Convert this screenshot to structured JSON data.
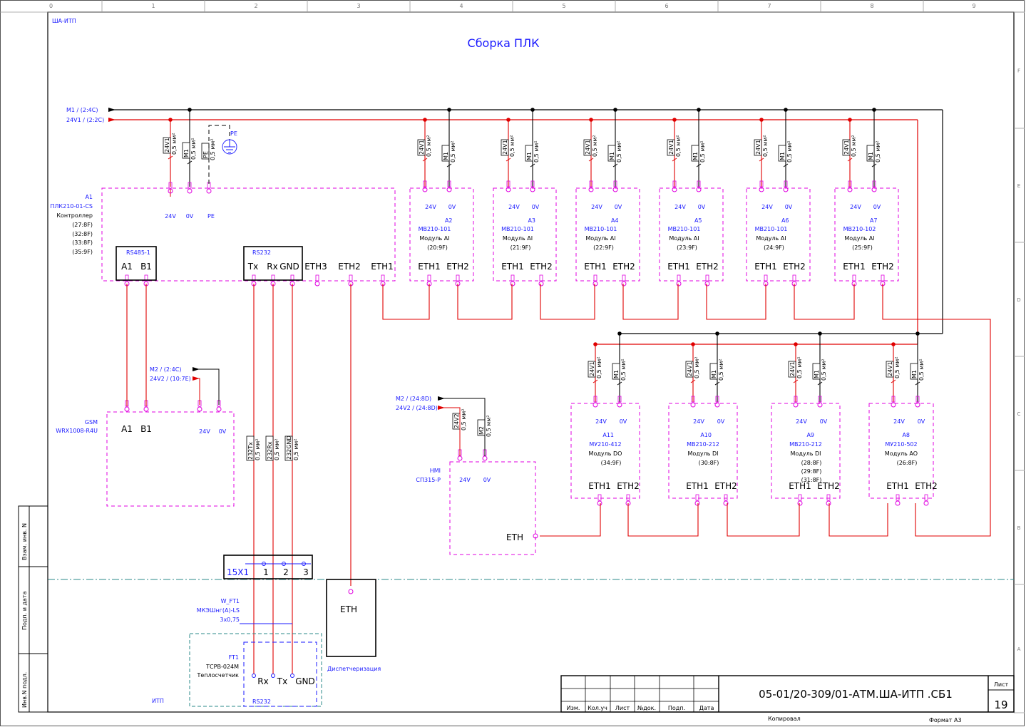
{
  "sheet": {
    "zone_label": "ША-ИТП",
    "title": "Сборка ПЛК",
    "col_numbers": [
      "0",
      "1",
      "2",
      "3",
      "4",
      "5",
      "6",
      "7",
      "8",
      "9"
    ],
    "row_letters": [
      "F",
      "E",
      "D",
      "C",
      "B",
      "A"
    ],
    "left_strip": [
      "Взам. инв. N",
      "Подп. и дата",
      "Инв.N подл."
    ]
  },
  "buses": {
    "m1": "M1 / (2:4C)",
    "v24_1": "24V1 / (2:2C)",
    "m2_gsm": "M2 / (2:4C)",
    "v24_2_gsm": "24V2 / (10:7E)",
    "m2_hmi": "M2 / (24:8D)",
    "v24_2_hmi": "24V2 / (24:8D)"
  },
  "wire_tags": {
    "v24v1": "24V1",
    "m1": "M1",
    "pe": "PE",
    "v24v2": "24V2",
    "m2": "M2",
    "section": "0,5 мм²",
    "rs232tx": "232Tx",
    "rs232rx": "232Rx",
    "rs232gnd": "232GND"
  },
  "pe_label": "PE",
  "plc": {
    "ref": "A1",
    "model": "ПЛК210-01-CS",
    "desc": "Контроллер",
    "refs": [
      "(27:8F)",
      "(32:8F)",
      "(33:8F)",
      "(35:9F)"
    ],
    "pin_24v": "24V",
    "pin_0v": "0V",
    "pin_pe": "PE",
    "rs485_title": "RS485-1",
    "rs485_a": "A1",
    "rs485_b": "B1",
    "rs232_title": "RS232",
    "rs232_tx": "Tx",
    "rs232_rx": "Rx",
    "rs232_gnd": "GND",
    "eth3": "ETH3",
    "eth2": "ETH2",
    "eth1": "ETH1"
  },
  "top_modules": [
    {
      "ref": "A2",
      "model": "МВ210-101",
      "desc": "Модуль AI",
      "xref": "(20:9F)"
    },
    {
      "ref": "A3",
      "model": "МВ210-101",
      "desc": "Модуль AI",
      "xref": "(21:9F)"
    },
    {
      "ref": "A4",
      "model": "МВ210-101",
      "desc": "Модуль AI",
      "xref": "(22:9F)"
    },
    {
      "ref": "A5",
      "model": "МВ210-101",
      "desc": "Модуль AI",
      "xref": "(23:9F)"
    },
    {
      "ref": "A6",
      "model": "МВ210-101",
      "desc": "Модуль AI",
      "xref": "(24:9F)"
    },
    {
      "ref": "A7",
      "model": "МВ210-102",
      "desc": "Модуль AI",
      "xref": "(25:9F)"
    }
  ],
  "bottom_modules": [
    {
      "ref": "A11",
      "model": "МУ210-412",
      "desc": "Модуль DO",
      "xref": [
        "(34:9F)"
      ]
    },
    {
      "ref": "A10",
      "model": "МВ210-212",
      "desc": "Модуль DI",
      "xref": [
        "(30:8F)"
      ]
    },
    {
      "ref": "A9",
      "model": "МВ210-212",
      "desc": "Модуль DI",
      "xref": [
        "(28:8F)",
        "(29:8F)",
        "(31:8F)"
      ]
    },
    {
      "ref": "A8",
      "model": "МУ210-502",
      "desc": "Модуль АО",
      "xref": [
        "(26:8F)"
      ]
    }
  ],
  "module_pins": {
    "v24": "24V",
    "v0": "0V",
    "eth1": "ETH1",
    "eth2": "ETH2"
  },
  "gsm": {
    "ref": "GSM",
    "model": "WRX1008-R4U",
    "a1": "A1",
    "b1": "B1",
    "v24": "24V",
    "v0": "0V"
  },
  "hmi": {
    "ref": "HMI",
    "model": "СП315-Р",
    "v24": "24V",
    "v0": "0V",
    "eth": "ETH"
  },
  "terminal": {
    "name": "15X1",
    "pins": [
      "1",
      "2",
      "3"
    ]
  },
  "dispatch": {
    "eth": "ETH",
    "label": "Диспетчеризация"
  },
  "cable": {
    "name": "W_FT1",
    "type": "МКЭШнг(A)-LS",
    "size": "3х0,75"
  },
  "ft1": {
    "ref": "FT1",
    "model": "ТСРВ-024М",
    "desc": "Теплосчетчик",
    "rx": "Rx",
    "tx": "Tx",
    "gnd": "GND",
    "port": "RS232"
  },
  "itp_label": "ИТП",
  "title_block": {
    "doc_code": "05-01/20-309/01-АТМ.ША-ИТП .СБ1",
    "sheet_label": "Лист",
    "sheet_no": "19",
    "cols": [
      "Изм.",
      "Кол.уч",
      "Лист",
      "№док.",
      "Подп.",
      "Дата"
    ],
    "copied": "Копировал",
    "format": "Формат  А3"
  }
}
